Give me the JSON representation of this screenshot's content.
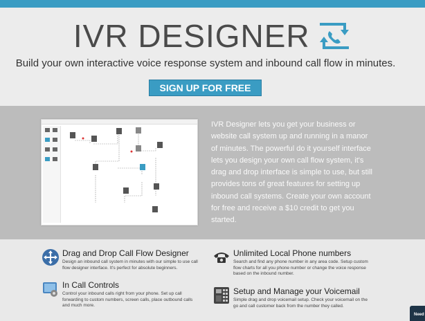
{
  "brand": {
    "name": "IVR DESIGNER",
    "accent": "#3a9cc3",
    "logo_icon": "phone-flow-icon"
  },
  "hero": {
    "tagline": "Build your own interactive voice response system and inbound call flow in minutes.",
    "signup_label": "SIGN UP FOR FREE"
  },
  "overview": {
    "description": "IVR Designer lets you get your business or website call system up and running in a manor of minutes. The powerful do it yourself interface lets you design your own call flow system, it's drag and drop interface is simple to use, but still provides tons of great features for setting up inbound call systems. Create your own account for free and receive a $10 credit to get you started."
  },
  "features": [
    {
      "icon": "flow-diagram-icon",
      "title": "Drag and Drop Call Flow Designer",
      "body": "Design an inbound call system in minutes with our simple to use call flow designer interface. It's perfect for absolute beginners."
    },
    {
      "icon": "phone-icon",
      "title": "Unlimited Local Phone numbers",
      "body": "Search and find any phone number in any area code. Setup custom flow charts for all you phone number or change the voice response based on the inbound number."
    },
    {
      "icon": "controls-icon",
      "title": "In Call Controls",
      "body": "Control your inbound calls right from your phone. Set up call forwarding to custom numbers, screen calls, place outbound calls and much more."
    },
    {
      "icon": "voicemail-icon",
      "title": "Setup and Manage your Voicemail",
      "body": "Simple drag and drop voicemail setup. Check your voicemail on the go and call customer back from the number they called."
    }
  ],
  "chat_tab": {
    "label": "Need"
  }
}
